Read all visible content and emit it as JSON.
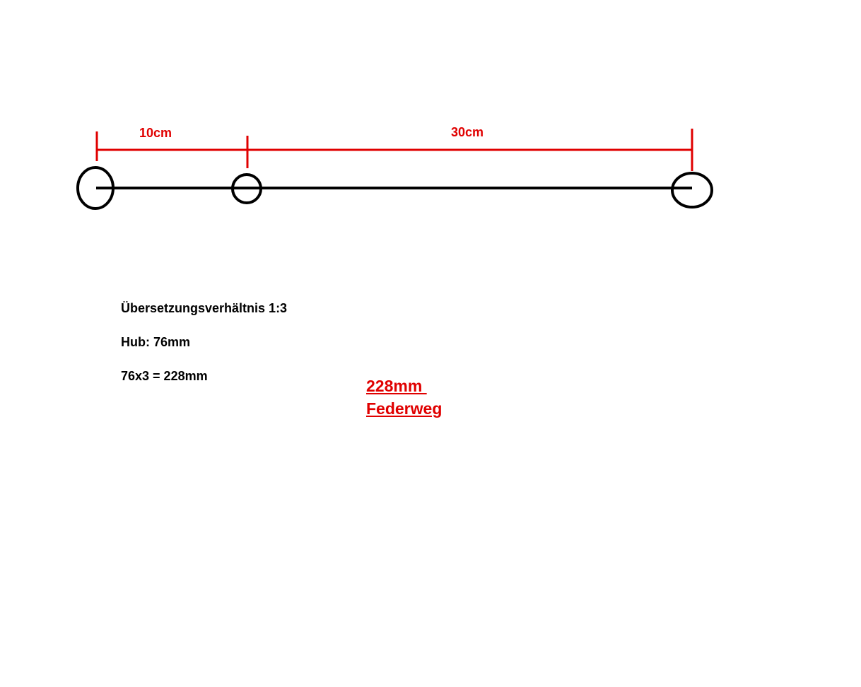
{
  "colors": {
    "line": "#000000",
    "dimension": "#e00000"
  },
  "dimensions": [
    {
      "label": "10cm"
    },
    {
      "label": "30cm"
    }
  ],
  "notes": [
    "Übersetzungsverhältnis 1:3",
    "Hub: 76mm",
    "76x3 = 228mm"
  ],
  "result": {
    "line1": "228mm ",
    "line2": "Federweg"
  }
}
